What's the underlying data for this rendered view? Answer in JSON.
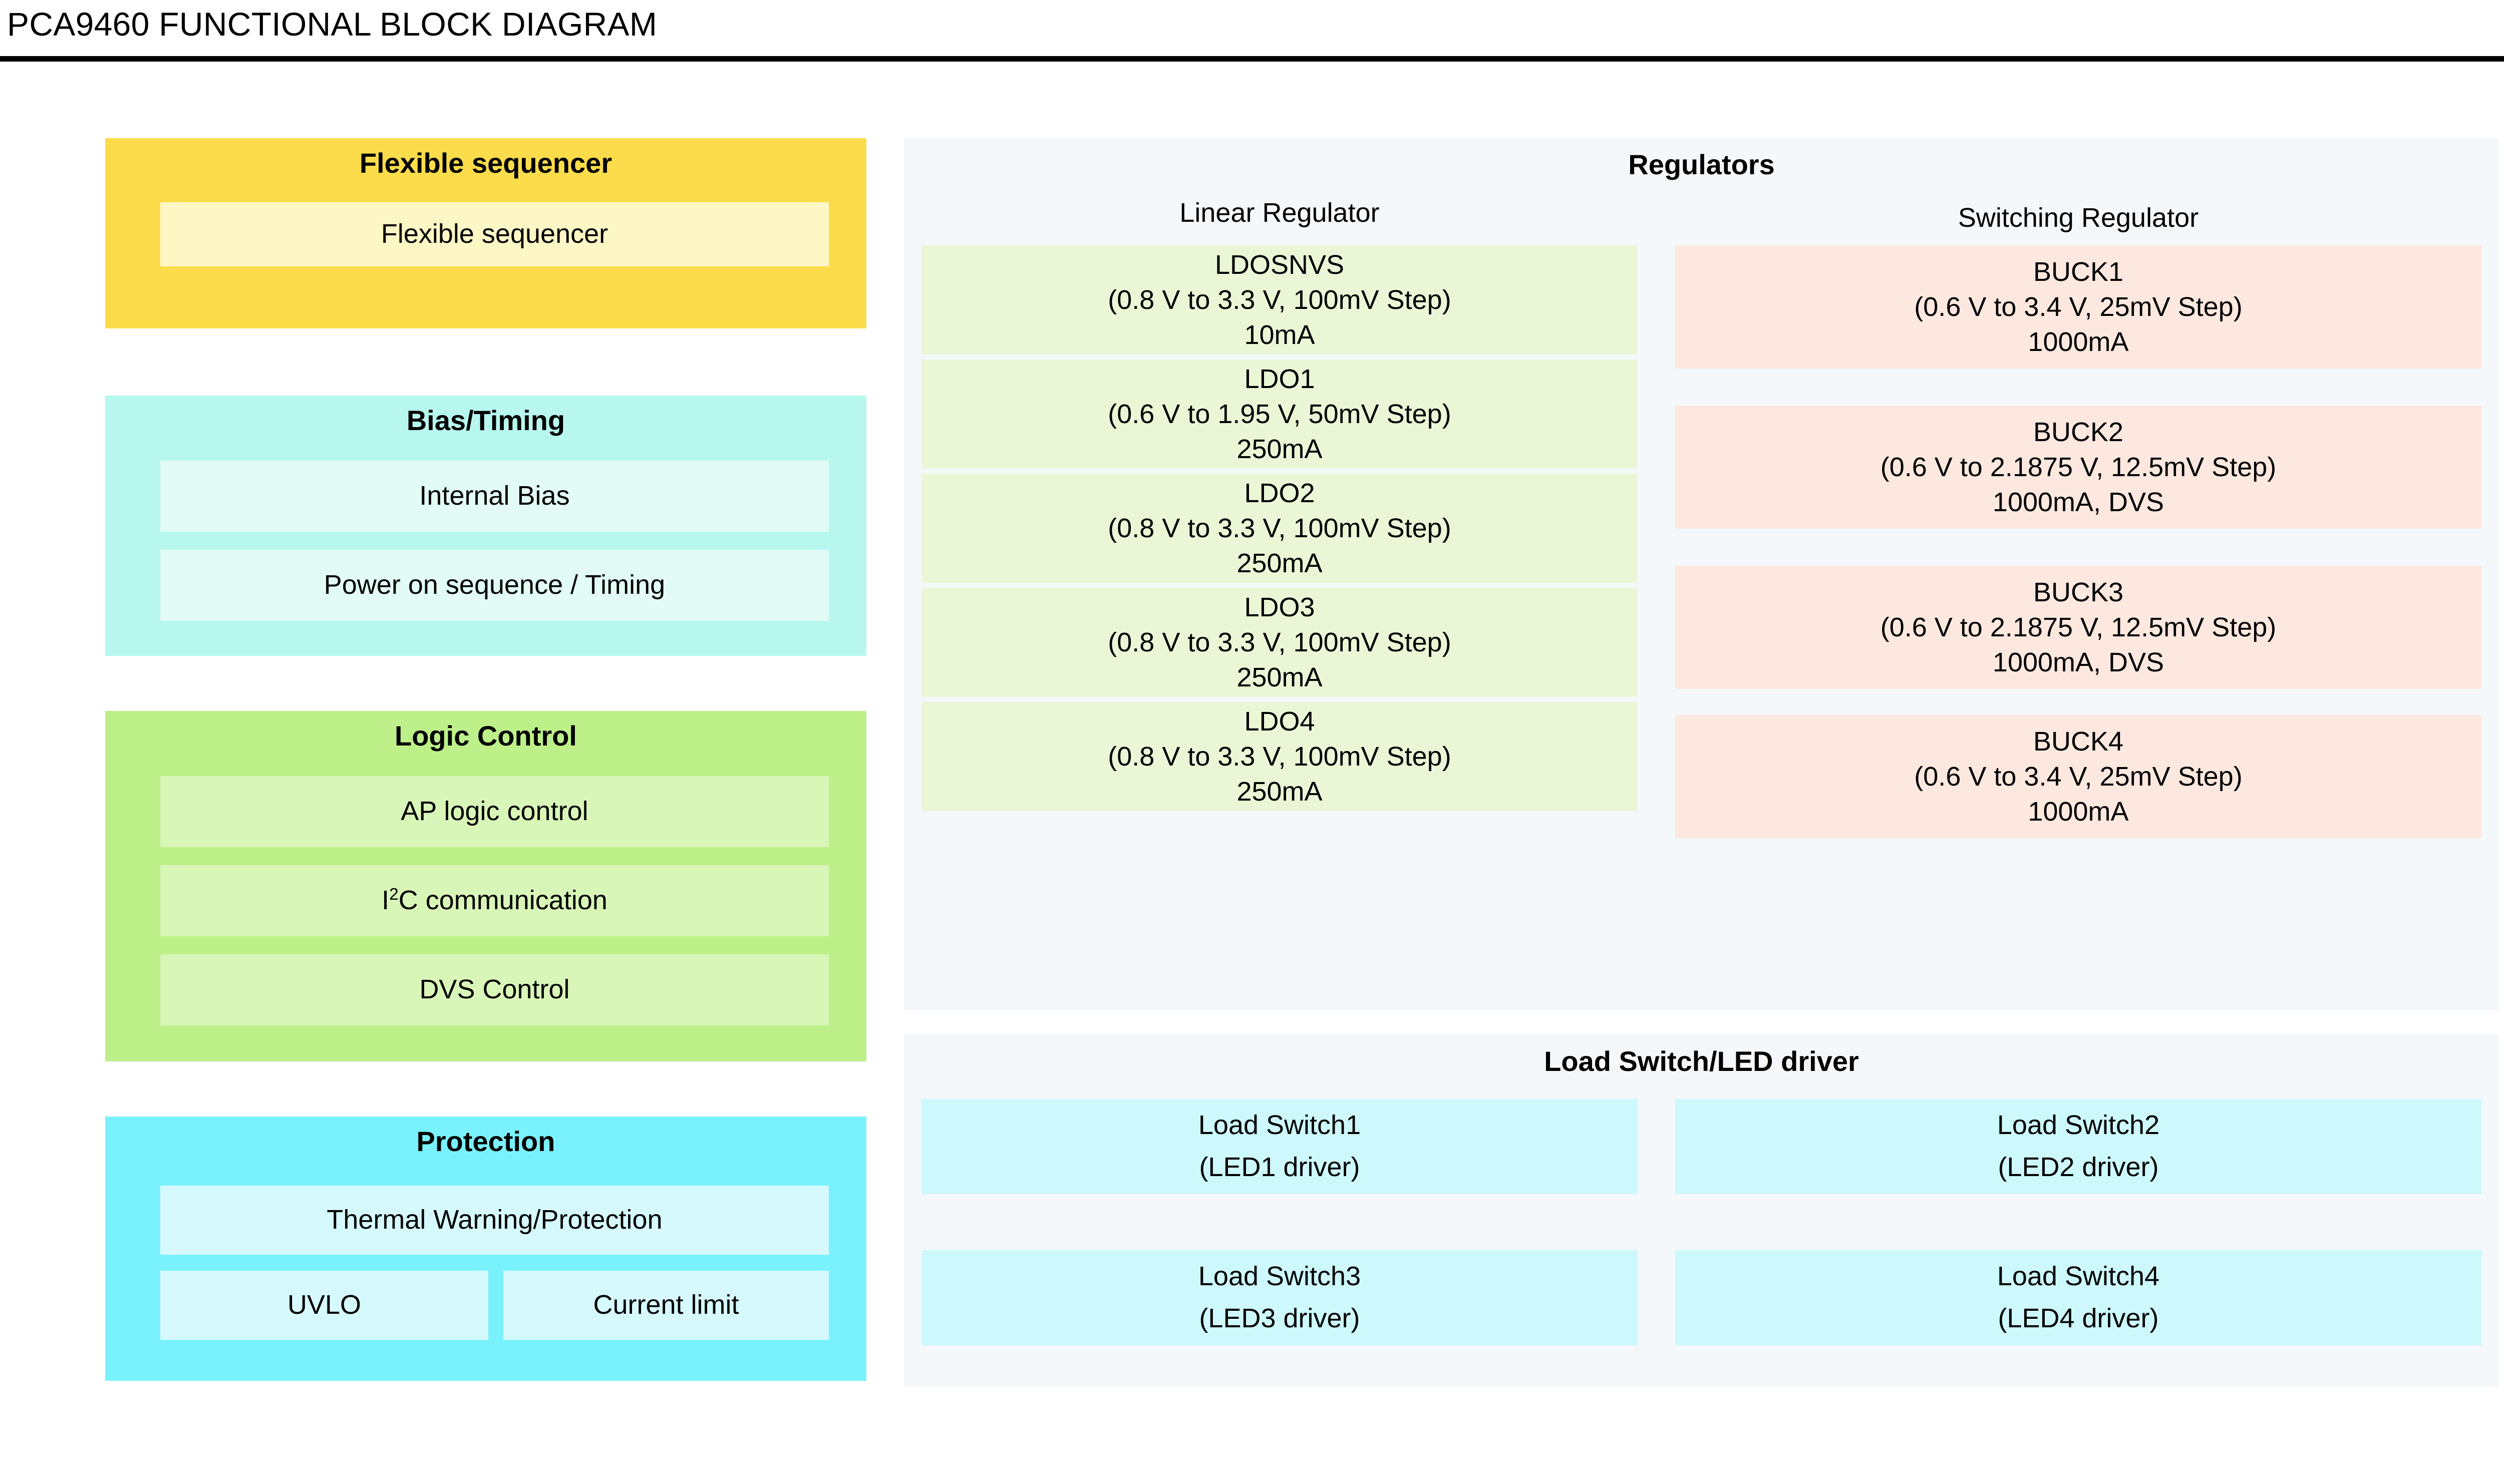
{
  "page": {
    "title": "PCA9460 FUNCTIONAL BLOCK DIAGRAM"
  },
  "left_column": {
    "flexible_sequencer": {
      "title": "Flexible sequencer",
      "items": [
        {
          "label": "Flexible sequencer"
        }
      ],
      "color": "#FCDC4A",
      "item_color": "#FDF7C6"
    },
    "bias_timing": {
      "title": "Bias/Timing",
      "items": [
        {
          "label": "Internal Bias"
        },
        {
          "label": "Power on sequence / Timing"
        }
      ],
      "color": "#B7F7EE",
      "item_color": "#E2FBF5"
    },
    "logic_control": {
      "title": "Logic Control",
      "items": [
        {
          "label": "AP logic control"
        },
        {
          "label_prefix": "I",
          "label_sup": "2",
          "label_suffix": "C communication"
        },
        {
          "label": "DVS Control"
        }
      ],
      "color": "#BDF089",
      "item_color": "#D8F6B8"
    },
    "protection": {
      "title": "Protection",
      "items": [
        {
          "label": "Thermal Warning/Protection"
        },
        {
          "label": "UVLO"
        },
        {
          "label": "Current limit"
        }
      ],
      "color": "#79F2FD",
      "item_color": "#D6F9FD"
    }
  },
  "regulators": {
    "title": "Regulators",
    "panel_color": "#F4F8FA",
    "linear": {
      "heading": "Linear Regulator",
      "box_color": "#EAF6D6",
      "items": [
        {
          "name": "LDOSNVS",
          "range": "(0.8 V to 3.3 V, 100mV Step)",
          "current": "10mA"
        },
        {
          "name": "LDO1",
          "range": "(0.6 V to 1.95 V, 50mV Step)",
          "current": "250mA"
        },
        {
          "name": "LDO2",
          "range": "(0.8 V to 3.3 V, 100mV Step)",
          "current": "250mA"
        },
        {
          "name": "LDO3",
          "range": "(0.8 V to 3.3 V, 100mV Step)",
          "current": "250mA"
        },
        {
          "name": "LDO4",
          "range": "(0.8 V to 3.3 V, 100mV Step)",
          "current": "250mA"
        }
      ]
    },
    "switching": {
      "heading": "Switching Regulator",
      "box_color": "#FCE8DE",
      "items": [
        {
          "name": "BUCK1",
          "range": "(0.6 V to 3.4 V, 25mV Step)",
          "current": "1000mA"
        },
        {
          "name": "BUCK2",
          "range": "(0.6 V to 2.1875 V, 12.5mV Step)",
          "current": "1000mA, DVS"
        },
        {
          "name": "BUCK3",
          "range": "(0.6 V to 2.1875 V, 12.5mV Step)",
          "current": "1000mA, DVS"
        },
        {
          "name": "BUCK4",
          "range": "(0.6 V to 3.4 V, 25mV Step)",
          "current": "1000mA"
        }
      ]
    }
  },
  "load_switch": {
    "title": "Load Switch/LED driver",
    "panel_color": "#F4F8FA",
    "box_color": "#CDF8FC",
    "items": [
      {
        "name": "Load Switch1",
        "driver": "(LED1 driver)"
      },
      {
        "name": "Load Switch2",
        "driver": "(LED2 driver)"
      },
      {
        "name": "Load Switch3",
        "driver": "(LED3 driver)"
      },
      {
        "name": "Load Switch4",
        "driver": "(LED4 driver)"
      }
    ]
  }
}
